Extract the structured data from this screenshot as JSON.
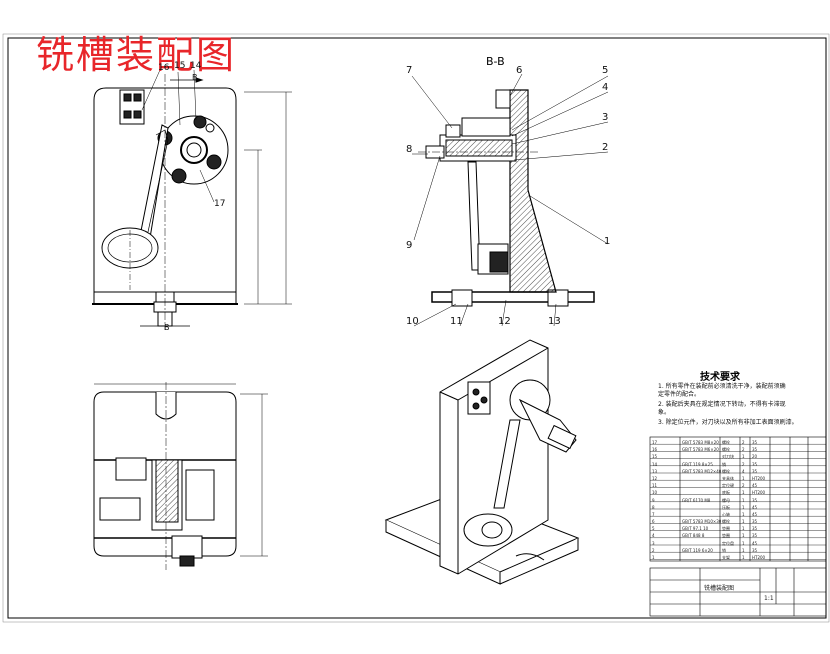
{
  "drawing": {
    "title": "铣槽装配图",
    "section_label": "B-B",
    "tech_requirements_title": "技术要求",
    "notes": [
      "1. 所有零件在装配前必须清洗干净，装配前须确",
      "   定零件的配合。",
      "2. 装配后夹具在规定情况下转动，不得有卡滞现",
      "   象。",
      "3. 除定位元件，对刀块以及所有非加工表面须刷漆。"
    ]
  },
  "views": {
    "front_callouts": [
      "16",
      "15",
      "14",
      "17",
      "B",
      "B"
    ],
    "section_callouts_right": [
      "6",
      "5",
      "4",
      "3",
      "2",
      "1"
    ],
    "section_callouts_left": [
      "7",
      "8",
      "9"
    ],
    "section_callouts_bottom": [
      "10",
      "11",
      "12",
      "13"
    ]
  },
  "bom": {
    "rows": [
      {
        "no": "17",
        "std": "GB/T 5783 M8×20",
        "name": "螺栓",
        "qty": "2",
        "mat": "35"
      },
      {
        "no": "16",
        "std": "GB/T 5783 M6×20",
        "name": "螺栓",
        "qty": "2",
        "mat": "35"
      },
      {
        "no": "15",
        "std": "",
        "name": "对刀块",
        "qty": "1",
        "mat": "20"
      },
      {
        "no": "14",
        "std": "GB/T 119 8×25",
        "name": "销",
        "qty": "2",
        "mat": "35"
      },
      {
        "no": "13",
        "std": "GB/T 5783 M12×40",
        "name": "螺栓",
        "qty": "4",
        "mat": "35"
      },
      {
        "no": "12",
        "std": "",
        "name": "夹具体",
        "qty": "1",
        "mat": "HT200"
      },
      {
        "no": "11",
        "std": "",
        "name": "定位键",
        "qty": "2",
        "mat": "45"
      },
      {
        "no": "10",
        "std": "",
        "name": "底板",
        "qty": "1",
        "mat": "HT200"
      },
      {
        "no": "9",
        "std": "GB/T 6170 M8",
        "name": "螺母",
        "qty": "1",
        "mat": "35"
      },
      {
        "no": "8",
        "std": "",
        "name": "压板",
        "qty": "1",
        "mat": "45"
      },
      {
        "no": "7",
        "std": "",
        "name": "心轴",
        "qty": "1",
        "mat": "45"
      },
      {
        "no": "6",
        "std": "GB/T 5783 M10×30",
        "name": "螺栓",
        "qty": "1",
        "mat": "35"
      },
      {
        "no": "5",
        "std": "GB/T 97.1 10",
        "name": "垫圈",
        "qty": "1",
        "mat": "35"
      },
      {
        "no": "4",
        "std": "GB/T 848 8",
        "name": "垫圈",
        "qty": "1",
        "mat": "35"
      },
      {
        "no": "3",
        "std": "",
        "name": "定位盘",
        "qty": "1",
        "mat": "45"
      },
      {
        "no": "2",
        "std": "GB/T 119 6×20",
        "name": "销",
        "qty": "1",
        "mat": "35"
      },
      {
        "no": "1",
        "std": "",
        "name": "支架",
        "qty": "1",
        "mat": "HT200"
      }
    ]
  },
  "title_block": {
    "drawing_name": "铣槽装配图",
    "scale": "1:1"
  }
}
